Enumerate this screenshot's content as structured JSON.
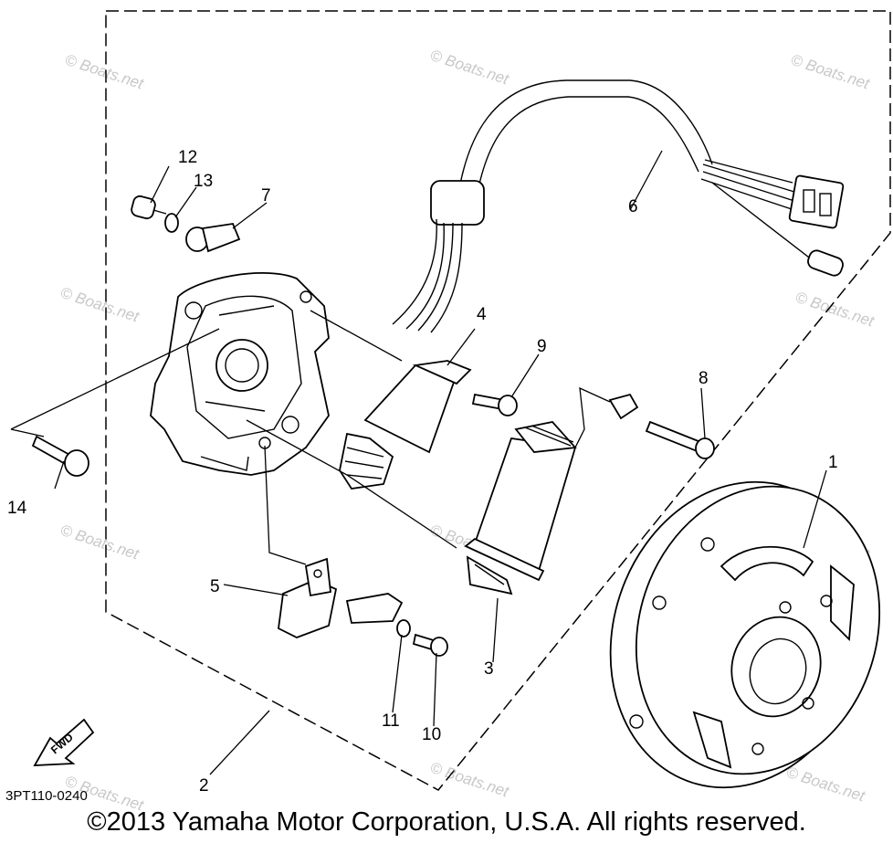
{
  "callouts": {
    "c1": "1",
    "c2": "2",
    "c3": "3",
    "c4": "4",
    "c5": "5",
    "c6": "6",
    "c7": "7",
    "c8": "8",
    "c9": "9",
    "c10": "10",
    "c11": "11",
    "c12": "12",
    "c13": "13",
    "c14": "14"
  },
  "diagram_code": "3PT110-0240",
  "fwd_label": "FWD",
  "watermark_text": "© Boats.net",
  "copyright": "©2013 Yamaha Motor Corporation, U.S.A. All rights reserved."
}
